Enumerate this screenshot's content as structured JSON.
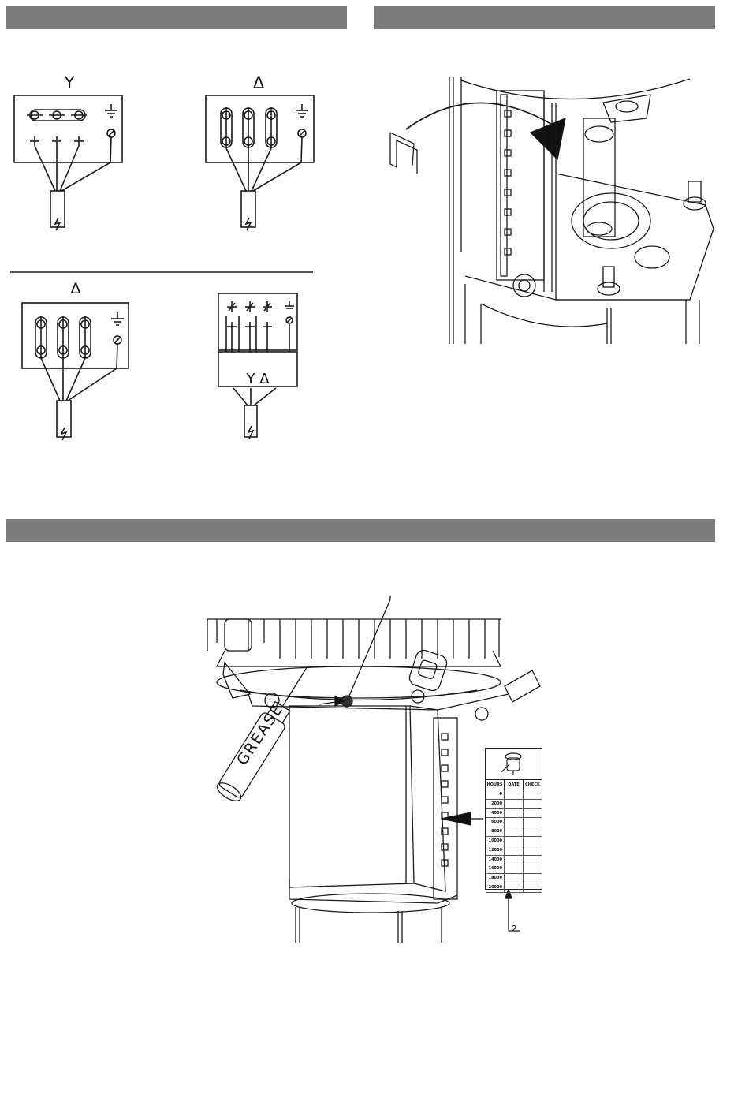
{
  "bands": [
    "",
    "",
    ""
  ],
  "wiring": {
    "star_symbol": "Y",
    "delta_symbol": "Δ",
    "delta_symbol_2": "Δ",
    "star_delta_symbol": "Y Δ"
  },
  "lubrication": {
    "grease_label": "GREASE",
    "callout_2": "2"
  },
  "service_table": {
    "headers": [
      "HOURS",
      "DATE",
      "CHECK"
    ],
    "hours": [
      "0",
      "2000",
      "4000",
      "6000",
      "8000",
      "10000",
      "12000",
      "14000",
      "16000",
      "18000",
      "20000"
    ]
  },
  "colors": {
    "band": "#7c7c7c",
    "line": "#1a1a1a"
  }
}
